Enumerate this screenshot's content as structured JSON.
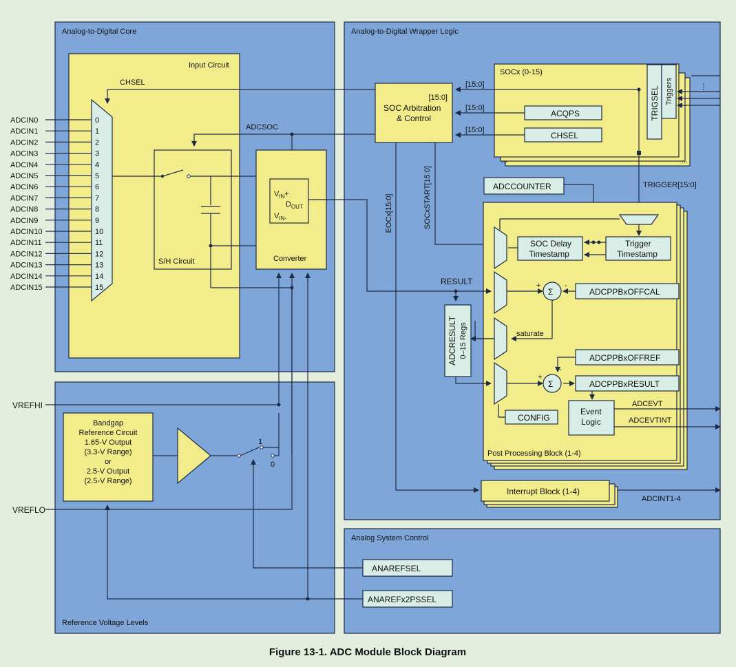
{
  "regions": {
    "adc_core": "Analog-to-Digital Core",
    "wrapper": "Analog-to-Digital Wrapper Logic",
    "ref_levels": "Reference Voltage Levels",
    "asc": "Analog System Control"
  },
  "core": {
    "input_circuit": "Input Circuit",
    "chsel": "CHSEL",
    "adcsoc": "ADCSOC",
    "sh_circuit": "S/H Circuit",
    "converter": "Converter",
    "vin_plus_main": "V",
    "vin_plus_sub": "IN",
    "vin_plus_sfx": "+",
    "dout_main": "D",
    "dout_sub": "OUT",
    "vin_minus_main": "V",
    "vin_minus_sub": "IN-",
    "inputs": [
      "ADCIN0",
      "ADCIN1",
      "ADCIN2",
      "ADCIN3",
      "ADCIN4",
      "ADCIN5",
      "ADCIN6",
      "ADCIN7",
      "ADCIN8",
      "ADCIN9",
      "ADCIN10",
      "ADCIN11",
      "ADCIN12",
      "ADCIN13",
      "ADCIN14",
      "ADCIN15"
    ],
    "mux_nums": [
      "0",
      "1",
      "2",
      "3",
      "4",
      "5",
      "6",
      "7",
      "8",
      "9",
      "10",
      "11",
      "12",
      "13",
      "14",
      "15"
    ]
  },
  "reference": {
    "vrefhi": "VREFHI",
    "vreflo": "VREFLO",
    "bandgap_lines": [
      "Bandgap",
      "Reference Circuit",
      "1.65-V Output",
      "(3.3-V Range)",
      "or",
      "2.5-V Output",
      "(2.5-V Range)"
    ],
    "switch_1": "1",
    "switch_0": "0"
  },
  "wrapper": {
    "soc_arb_1": "SOC Arbitration",
    "soc_arb_2": "& Control",
    "bus_a": "[15:0]",
    "bus_b": "[15:0]",
    "bus_c": "[15:0]",
    "bus_d": "[15:0]",
    "socx": "SOCx (0-15)",
    "acqps": "ACQPS",
    "chsel_reg": "CHSEL",
    "trigsel": "TRIGSEL",
    "triggers": "Triggers",
    "adccounter": "ADCCOUNTER",
    "trigger_bus": "TRIGGER[15:0]",
    "eocx": "EOCx[15:0]",
    "socxstart": "SOCxSTART[15:0]",
    "result": "RESULT",
    "soc_delay_1": "SOC Delay",
    "soc_delay_2": "Timestamp",
    "trig_ts_1": "Trigger",
    "trig_ts_2": "Timestamp",
    "offcal": "ADCPPBxOFFCAL",
    "saturate": "saturate",
    "adcresult_1": "ADCRESULT",
    "adcresult_2": "0–15 Regs",
    "offref": "ADCPPBxOFFREF",
    "ppbresult": "ADCPPBxRESULT",
    "event_1": "Event",
    "event_2": "Logic",
    "config": "CONFIG",
    "adcevt": "ADCEVT",
    "adcevtint": "ADCEVTINT",
    "ppb": "Post Processing Block (1-4)",
    "interrupt": "Interrupt Block (1-4)",
    "adcint": "ADCINT1-4",
    "sigma": "Σ",
    "plus": "+",
    "minus": "-",
    "ellipsis_h": "...",
    "ellipsis_v": "⋮"
  },
  "asc": {
    "anarefsel": "ANAREFSEL",
    "anarefx2": "ANAREFx2PSSEL"
  },
  "caption": "Figure 13-1. ADC Module Block Diagram"
}
